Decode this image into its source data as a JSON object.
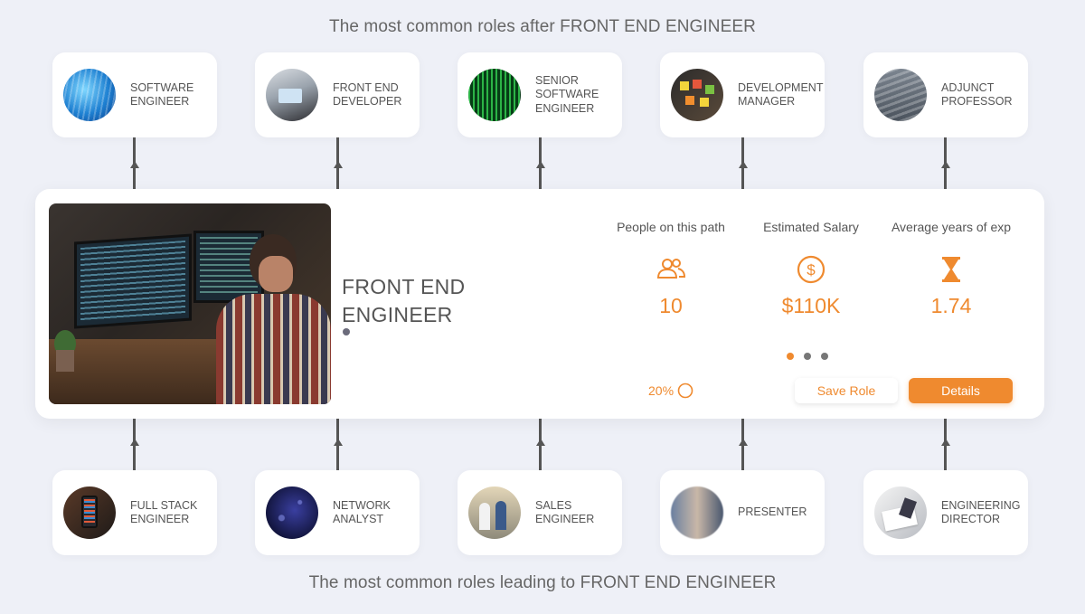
{
  "headings": {
    "top": "The most common roles after FRONT END ENGINEER",
    "bottom": "The most common roles leading to FRONT END ENGINEER"
  },
  "roles_after": [
    {
      "label": "SOFTWARE ENGINEER",
      "thumb": "code-screen-blue"
    },
    {
      "label": "FRONT END DEVELOPER",
      "thumb": "laptop-hands"
    },
    {
      "label": "SENIOR SOFTWARE ENGINEER",
      "thumb": "code-screen-green"
    },
    {
      "label": "DEVELOPMENT MANAGER",
      "thumb": "sticky-notes-board"
    },
    {
      "label": "ADJUNCT PROFESSOR",
      "thumb": "lecture-hall"
    }
  ],
  "roles_before": [
    {
      "label": "FULL STACK ENGINEER",
      "thumb": "phone-code"
    },
    {
      "label": "NETWORK ANALYST",
      "thumb": "network-map"
    },
    {
      "label": "SALES ENGINEER",
      "thumb": "office-people"
    },
    {
      "label": "PRESENTER",
      "thumb": "audience-blur"
    },
    {
      "label": "ENGINEERING DIRECTOR",
      "thumb": "documents-hands"
    }
  ],
  "current_role": {
    "title": "FRONT END ENGINEER",
    "image": "developer-at-monitors"
  },
  "stats": [
    {
      "label": "People on this path",
      "icon": "people-icon",
      "value": "10"
    },
    {
      "label": "Estimated Salary",
      "icon": "dollar-icon",
      "value": "$110K"
    },
    {
      "label": "Average years of exp",
      "icon": "hourglass-icon",
      "value": "1.74"
    }
  ],
  "pager": {
    "count": 3,
    "active_index": 0
  },
  "progress": {
    "label": "20%",
    "fraction": 0.2
  },
  "buttons": {
    "save": "Save Role",
    "details": "Details"
  },
  "colors": {
    "accent": "#ef8a2f",
    "background": "#eef0f7",
    "text": "#555555"
  }
}
